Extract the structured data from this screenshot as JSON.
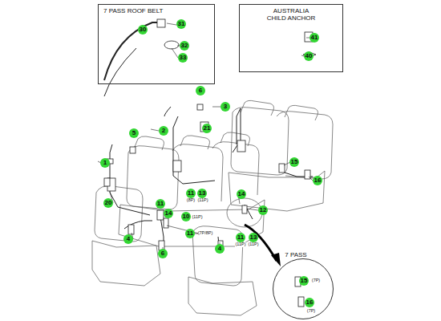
{
  "diagram": {
    "nodes": [
      {
        "text": [
          "7 PASS ROOF BELT"
        ]
      },
      {
        "text": [
          "AUSTRALIA CHILD ANCHOR"
        ]
      },
      {
        "text": [
          "7 PASS"
        ]
      }
    ],
    "labels": [
      "31",
      "30",
      "32",
      "33",
      "41",
      "40",
      "6",
      "3",
      "5",
      "2",
      "21",
      "1",
      "15",
      "16",
      "20",
      "11",
      "13",
      "(8P)",
      "(11P)",
      "11",
      "14",
      "14",
      "12",
      "10",
      "(11P)",
      "11",
      "(7P/8P)",
      "11",
      "13",
      "(11P)",
      "(11P)",
      "4",
      "6",
      "4",
      "15",
      "(7P)",
      "16",
      "(7P)"
    ]
  }
}
